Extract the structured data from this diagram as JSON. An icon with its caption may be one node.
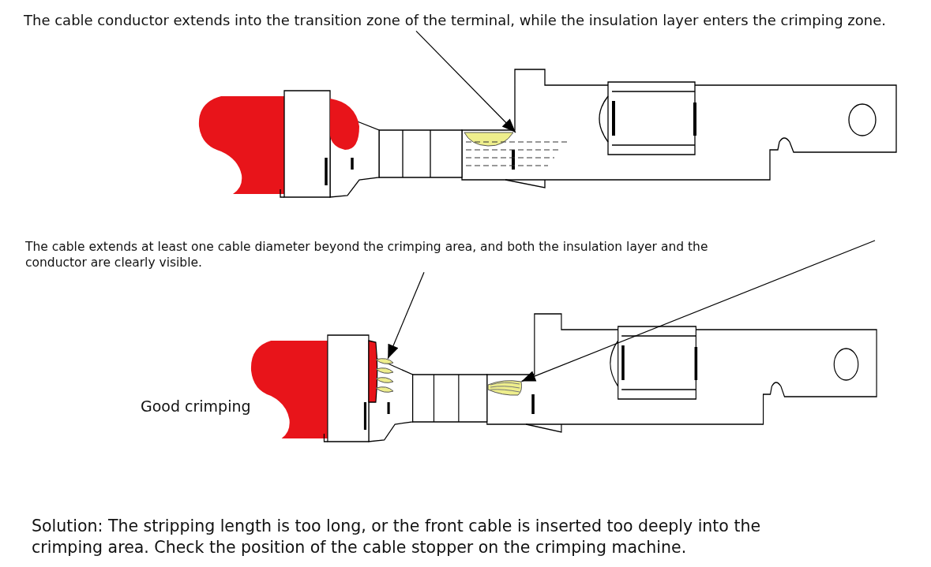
{
  "diagram": {
    "caption": "Solution: The stripping length is too long, or the front cable is inserted too deeply into the crimping area. Check the position of the cable stopper on the crimping machine.",
    "nodes": [
      {
        "text": [
          "The cable conductor extends into the transition zone of the terminal, while the insulation layer enters the crimping zone."
        ]
      },
      {
        "text": [],
        "shape": "picture"
      },
      {
        "text": [
          "The cable extends at least one cable diameter beyond the crimping area, and both the insulation layer and the conductor are clearly visible."
        ]
      },
      {
        "text": [],
        "shape": "picture"
      },
      {
        "text": [],
        "shape": "picture"
      }
    ],
    "edges": [
      {
        "from": 0,
        "to": 1,
        "arrow": "to"
      },
      {
        "from": 2,
        "to": 3,
        "arrow": "to"
      },
      {
        "from": null,
        "to": 4,
        "arrow": "to"
      }
    ],
    "labels": [
      "Good crimping"
    ]
  }
}
